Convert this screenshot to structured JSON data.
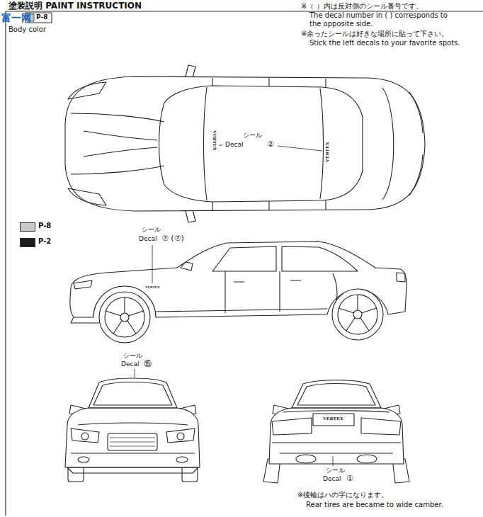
{
  "diagram": {
    "title": "塗装説明 PAINT INSTRUCTION",
    "labels": [
      "富一网",
      "P-8",
      "Body color",
      "※（ ）内は反対側のシール番号です。",
      "The decal number in ( ) corresponds to the opposite side.",
      "※余ったシールは好きな場所に貼って下さい。",
      "Stick the left decals to your favorite spots.",
      "VERTEX",
      "VERTEX",
      "シール",
      "Decal",
      "②",
      "シール",
      "Decal",
      "⑦ (⑦)",
      "VERTEX",
      "シール",
      "Decal",
      "⑮",
      "VERTEX",
      "シール",
      "Decal",
      "①",
      "※後輪はハの字になります。",
      "Rear tires are became to wide camber."
    ],
    "legend": [
      {
        "text": "P-8",
        "color": "#c8c8c8"
      },
      {
        "text": "P-2",
        "color": "#1a1a1a"
      }
    ]
  }
}
